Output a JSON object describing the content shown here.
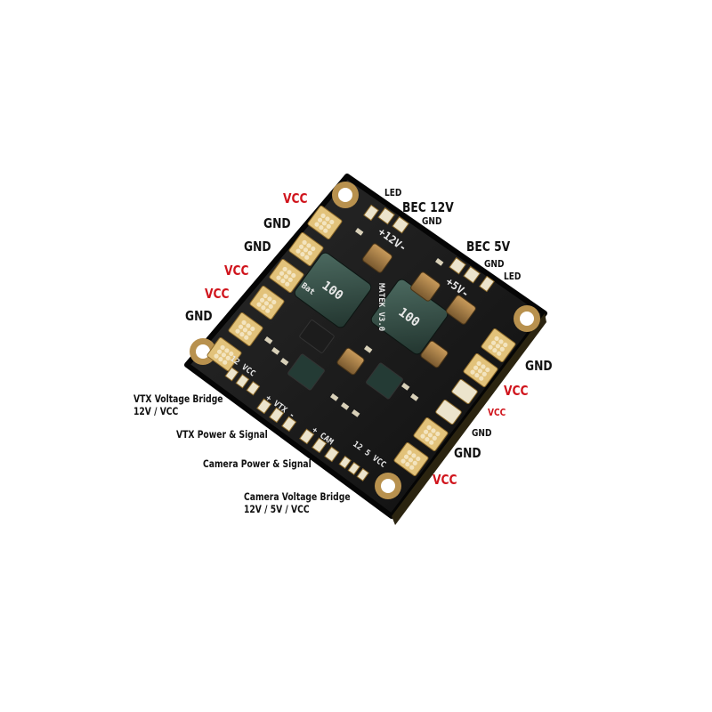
{
  "colors": {
    "vcc": "#d0141c",
    "gnd": "#111111",
    "board": "#151515",
    "pad": "#e2c27a"
  },
  "board": {
    "brand": "MATEK V3.0",
    "silk_12v": "+12V-",
    "silk_5v": "+5V-",
    "silk_bat": "Bat",
    "silk_12vcc": "12 VCC",
    "silk_vtx": "+ VTX -",
    "silk_cam": "+ CAM",
    "silk_bridge": "12 5 VCC",
    "inductor_code": "100"
  },
  "labels": {
    "left_pads": [
      "VCC",
      "GND",
      "GND",
      "VCC",
      "VCC",
      "GND"
    ],
    "right_pads": [
      "GND",
      "VCC",
      "VCC",
      "GND",
      "GND",
      "VCC"
    ],
    "led_top": "LED",
    "bec12": "BEC 12V",
    "bec12_gnd": "GND",
    "bec5": "BEC 5V",
    "bec5_gnd": "GND",
    "led_right": "LED",
    "vtx_bridge": [
      "VTX Voltage Bridge",
      "12V / VCC"
    ],
    "vtx_power": "VTX Power & Signal",
    "cam_power": "Camera Power & Signal",
    "cam_bridge": [
      "Camera Voltage Bridge",
      "12V / 5V / VCC"
    ]
  }
}
